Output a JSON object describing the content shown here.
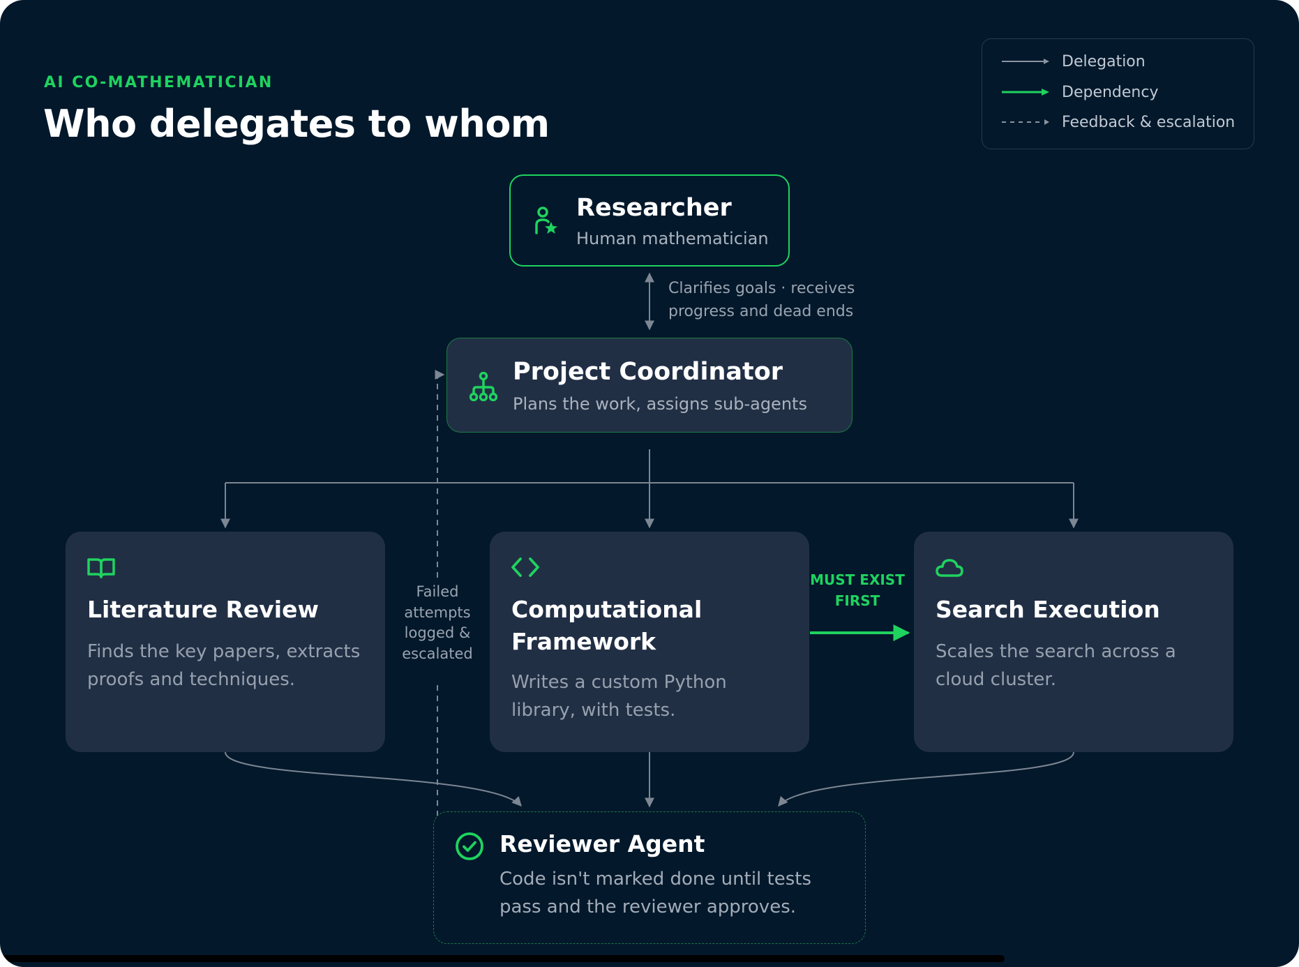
{
  "header": {
    "eyebrow": "AI CO-MATHEMATICIAN",
    "title": "Who delegates to whom"
  },
  "legend": [
    {
      "style": "delegation",
      "label": "Delegation"
    },
    {
      "style": "dependency",
      "label": "Dependency"
    },
    {
      "style": "feedback",
      "label": "Feedback & escalation"
    }
  ],
  "nodes": {
    "researcher": {
      "title": "Researcher",
      "subtitle": "Human mathematician",
      "icon": "user-star-icon"
    },
    "coordinator": {
      "title": "Project Coordinator",
      "subtitle": "Plans the work, assigns sub-agents",
      "icon": "org-chart-icon"
    },
    "literature": {
      "title": "Literature Review",
      "subtitle": "Finds the key papers, extracts proofs and techniques.",
      "icon": "book-icon"
    },
    "computational": {
      "title": "Computational Framework",
      "subtitle": "Writes a custom Python library, with tests.",
      "icon": "code-icon"
    },
    "search": {
      "title": "Search Execution",
      "subtitle": "Scales the search across a cloud cluster.",
      "icon": "cloud-icon"
    },
    "reviewer": {
      "title": "Reviewer Agent",
      "subtitle": "Code isn't marked done until tests pass and the reviewer approves.",
      "icon": "check-circle-icon"
    }
  },
  "annotations": {
    "researcher_coordinator": "Clarifies goals · receives progress and dead ends",
    "feedback": "Failed attempts logged & escalated",
    "dependency": "MUST EXIST FIRST"
  },
  "colors": {
    "background": "#03182b",
    "card": "#212f45",
    "accent": "#1fd35f",
    "line": "#7d8794"
  }
}
